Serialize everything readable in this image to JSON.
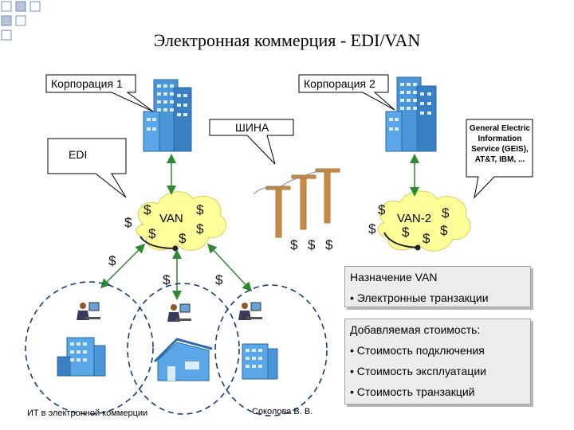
{
  "title": "Электронная коммерция - EDI/VAN",
  "callouts": {
    "corp1": "Корпорация 1",
    "corp2": "Корпорация 2",
    "bus": "ШИНА",
    "edi": "EDI",
    "geis": [
      "General Electric",
      "Information",
      "Service (GEIS),",
      "AT&T, IBM, ..."
    ]
  },
  "clouds": {
    "van": "VAN",
    "van2": "VAN-2"
  },
  "currency_symbol": "$",
  "van_info": {
    "title": "Назначение VAN",
    "items": [
      "• Электронные транзакции"
    ]
  },
  "value_info": {
    "title": "Добавляемая стоимость:",
    "items": [
      "• Стоимость подключения",
      "• Стоимость эксплуатации",
      "• Стоимость транзакций"
    ]
  },
  "footer": {
    "left": "ИТ в электронной коммерции",
    "center": "Соколова В. В."
  },
  "colors": {
    "cloud_fill": "#ffff99",
    "building": "#4a96d8",
    "arrow": "#2f8a2f",
    "pole": "#b07a3a",
    "callout_fill": "#ffffff",
    "box_fill": "#ececec",
    "dashed_circle": "#1a3a7a"
  },
  "icons": [
    "corner-squares-icon",
    "office-building-icon",
    "power-pole-icon",
    "user-at-computer-icon",
    "house-icon"
  ]
}
